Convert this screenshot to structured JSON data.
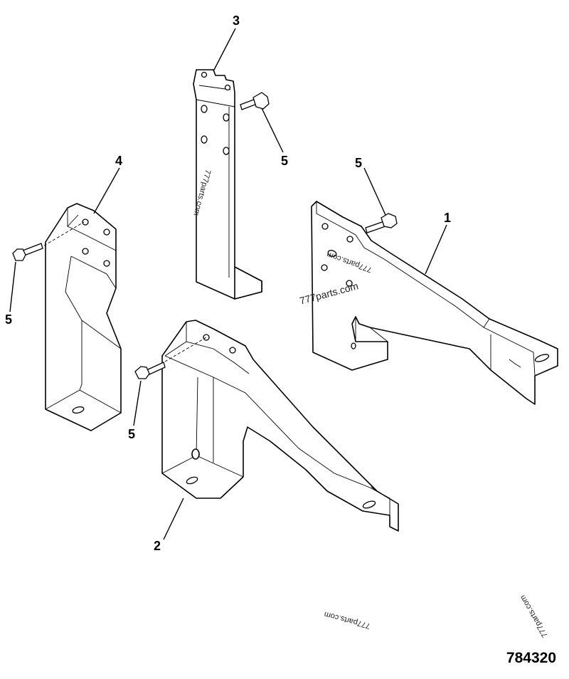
{
  "drawing_number": "784320",
  "callouts": {
    "c1": "1",
    "c2": "2",
    "c3": "3",
    "c4": "4",
    "c5a": "5",
    "c5b": "5",
    "c5c": "5",
    "c5d": "5"
  },
  "watermarks": {
    "w1": "777parts.com",
    "w2": "777parts.com",
    "w3": "777parts.com",
    "w4": "777parts.com",
    "w5": "777parts.com"
  }
}
